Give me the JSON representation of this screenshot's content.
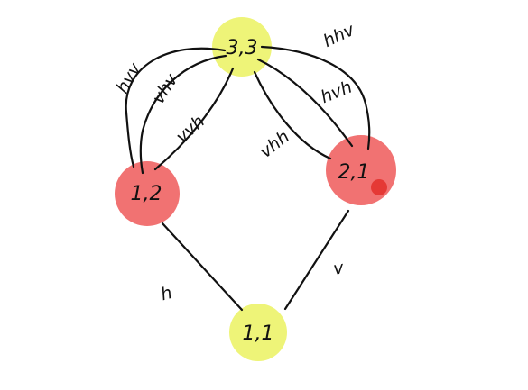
{
  "colors": {
    "yellow": "#eef478",
    "red": "#f06a6a",
    "ink": "#111111",
    "red_dot": "#e53935"
  },
  "nodes": {
    "n33": {
      "label": "3,3",
      "color": "yellow"
    },
    "n12": {
      "label": "1,2",
      "color": "red"
    },
    "n21": {
      "label": "2,1",
      "color": "red"
    },
    "n11": {
      "label": "1,1",
      "color": "yellow"
    }
  },
  "edges": {
    "hvv": "hvv",
    "vhv": "vhv",
    "vvh": "vvh",
    "hhv": "hhv",
    "hvh": "hvh",
    "vhh": "vhh",
    "h": "h",
    "v": "v"
  }
}
